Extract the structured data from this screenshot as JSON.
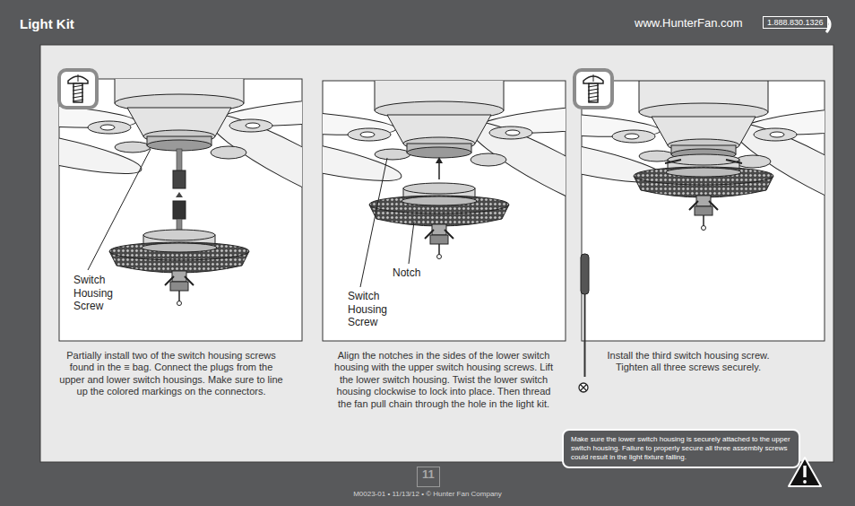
{
  "diagram": {
    "title": "Light Kit",
    "nodes": [
      {
        "text": [
          "1.888.830.1326"
        ]
      },
      {
        "text": [
          "Make sure the lower switch housing is securely attached to the upper switch housing. Failure to properly secure all three assembly screws could result in the light fixture falling."
        ]
      },
      {
        "text": [
          "11"
        ]
      }
    ],
    "labels": [
      "www.HunterFan.com",
      "Switch Housing Screw",
      "Notch",
      "Switch Housing Screw",
      "Partially install two of the switch housing screws found in the ≡ bag. Connect the plugs from the upper and lower switch housings. Make sure to line up the colored markings on the connectors.",
      "Align the notches in the sides of the lower switch housing with the upper switch housing screws. Lift the lower switch housing. Twist the lower switch housing clockwise to lock into place. Then thread the fan pull chain through the hole in the light kit.",
      "Install the third switch housing screw. Tighten all three screws securely.",
      "M0023-01 • 11/13/12 • © Hunter Fan Company"
    ]
  }
}
